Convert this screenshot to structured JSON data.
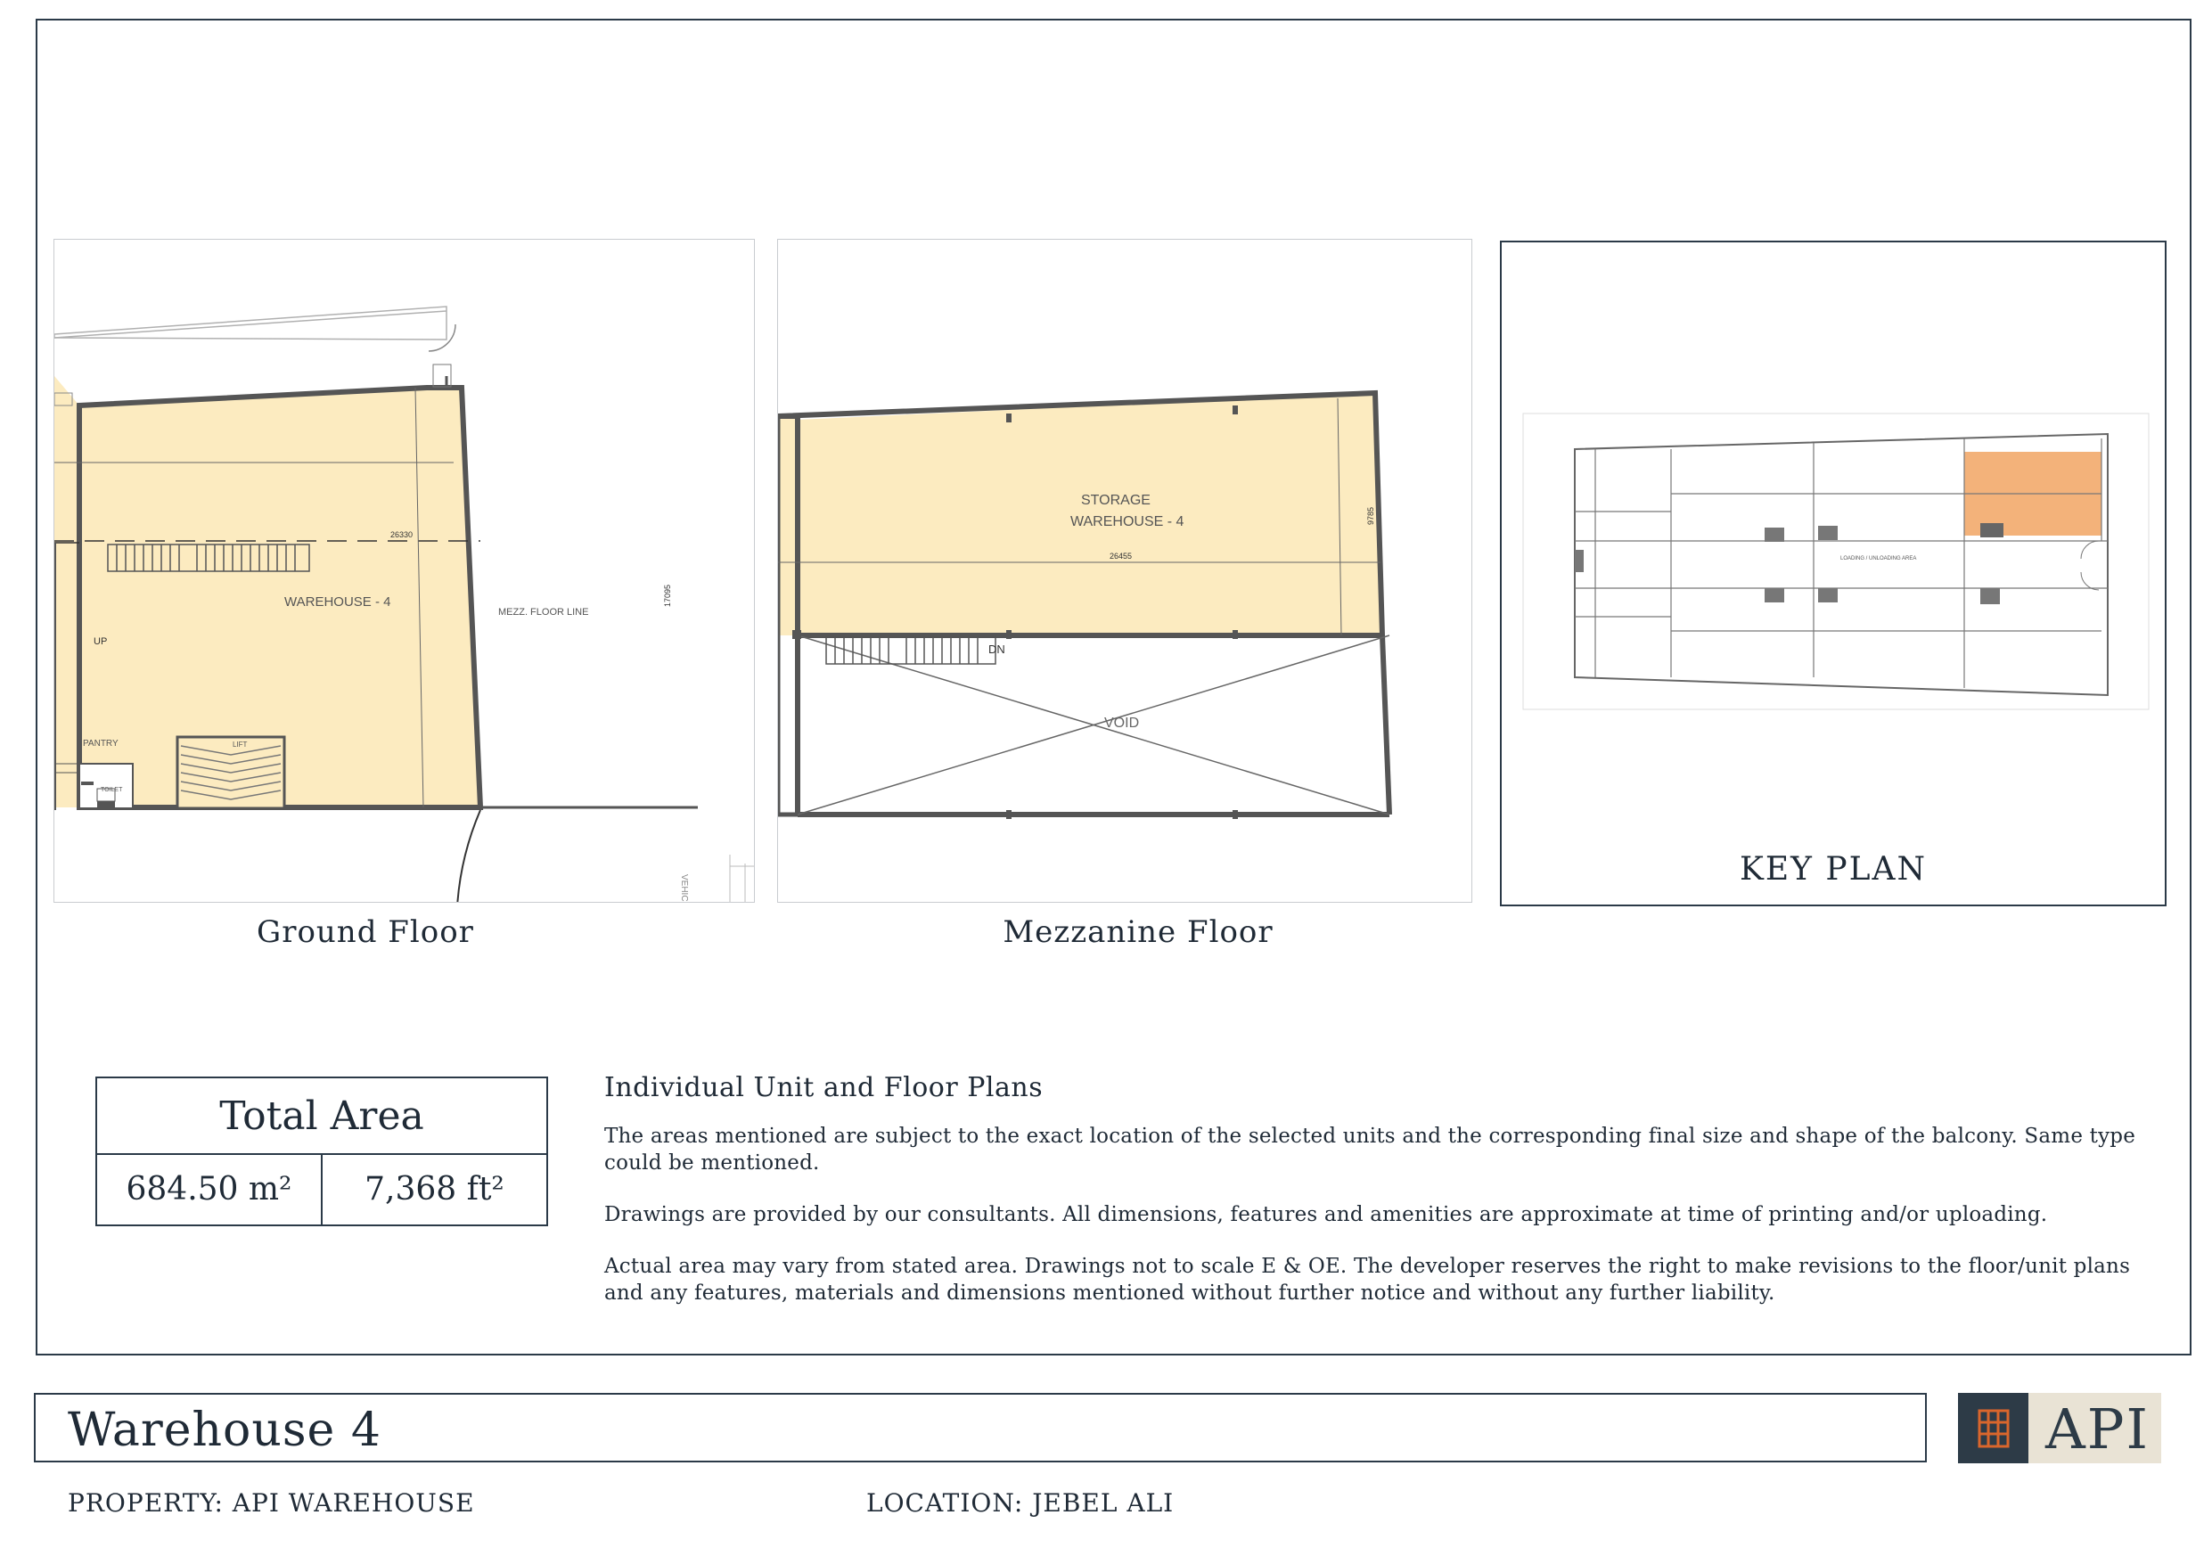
{
  "plans": {
    "ground": {
      "caption": "Ground Floor",
      "labels": {
        "unit": "WAREHOUSE - 4",
        "dim_width": "26330",
        "dim_depth": "17095",
        "mezz_line": "MEZZ. FLOOR LINE",
        "stair_up": "UP",
        "pantry": "PANTRY",
        "toilet": "TOILET",
        "lift": "LIFT",
        "vehicles": "VEHICLES"
      }
    },
    "mezzanine": {
      "caption": "Mezzanine Floor",
      "labels": {
        "use": "STORAGE",
        "unit": "WAREHOUSE - 4",
        "dim_width": "26455",
        "dim_depth": "9785",
        "stair_dn": "DN",
        "void": "VOID"
      }
    },
    "key": {
      "caption": "KEY PLAN",
      "labels": {
        "loading": "LOADING / UNLOADING AREA"
      },
      "highlight_color": "#f3b27a"
    }
  },
  "total_area": {
    "title": "Total Area",
    "sqm": "684.50 m²",
    "sqft": "7,368 ft²"
  },
  "notes": {
    "heading": "Individual Unit and Floor Plans",
    "p1": "The areas mentioned are subject to the exact location of  the selected units and the corresponding final size and shape of the balcony.  Same type could be mentioned.",
    "p2": "Drawings are provided by our consultants. All dimensions, features and amenities are approximate at time of printing and/or uploading.",
    "p3": "Actual area may vary from stated area. Drawings not to scale E & OE. The developer reserves the right to make revisions to the floor/unit plans and any features, materials and dimensions mentioned without further notice and without any further liability."
  },
  "footer": {
    "title": "Warehouse 4",
    "property": "PROPERTY: API WAREHOUSE",
    "location": "LOCATION: JEBEL ALI",
    "logo_text": "API"
  },
  "colors": {
    "floor_fill": "#fcebc0",
    "navy": "#2d3b47",
    "logo_bg": "#e9e3d5",
    "logo_mark": "#d9662c"
  }
}
